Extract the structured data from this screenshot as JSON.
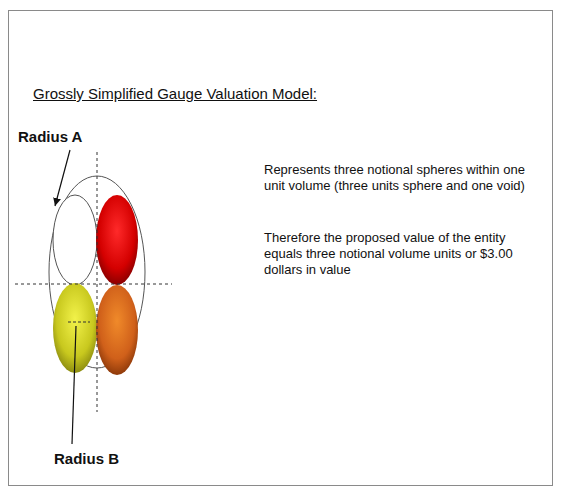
{
  "diagram": {
    "title": "Grossly Simplified Gauge Valuation Model:",
    "labels": [
      "Radius A",
      "Radius B",
      "Represents three notional spheres within one unit volume (three units sphere and one void)",
      "Therefore the proposed value of the entity equals three notional volume units or $3.00 dollars in value"
    ]
  }
}
